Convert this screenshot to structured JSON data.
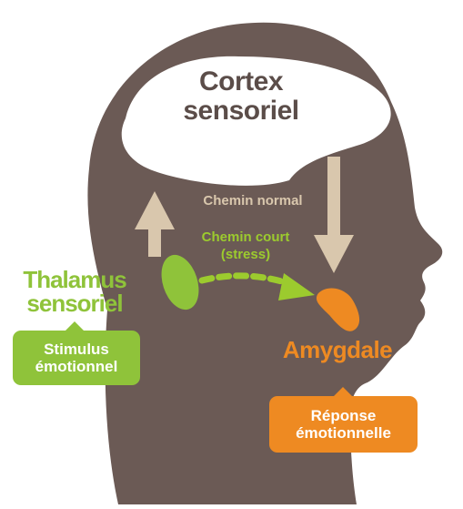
{
  "labels": {
    "cortex": "Cortex sensoriel",
    "normal_path": "Chemin normal",
    "short_path": "Chemin court (stress)",
    "thalamus": "Thalamus sensoriel",
    "amygdala": "Amygdale",
    "stimulus": "Stimulus émotionnel",
    "response": "Réponse émotionnelle"
  },
  "colors": {
    "head": "#6b5a55",
    "cortex": "#ffffff",
    "normal_path": "#d9c7ad",
    "thalamus": "#8fc33a",
    "amygdala": "#ee8a22"
  }
}
